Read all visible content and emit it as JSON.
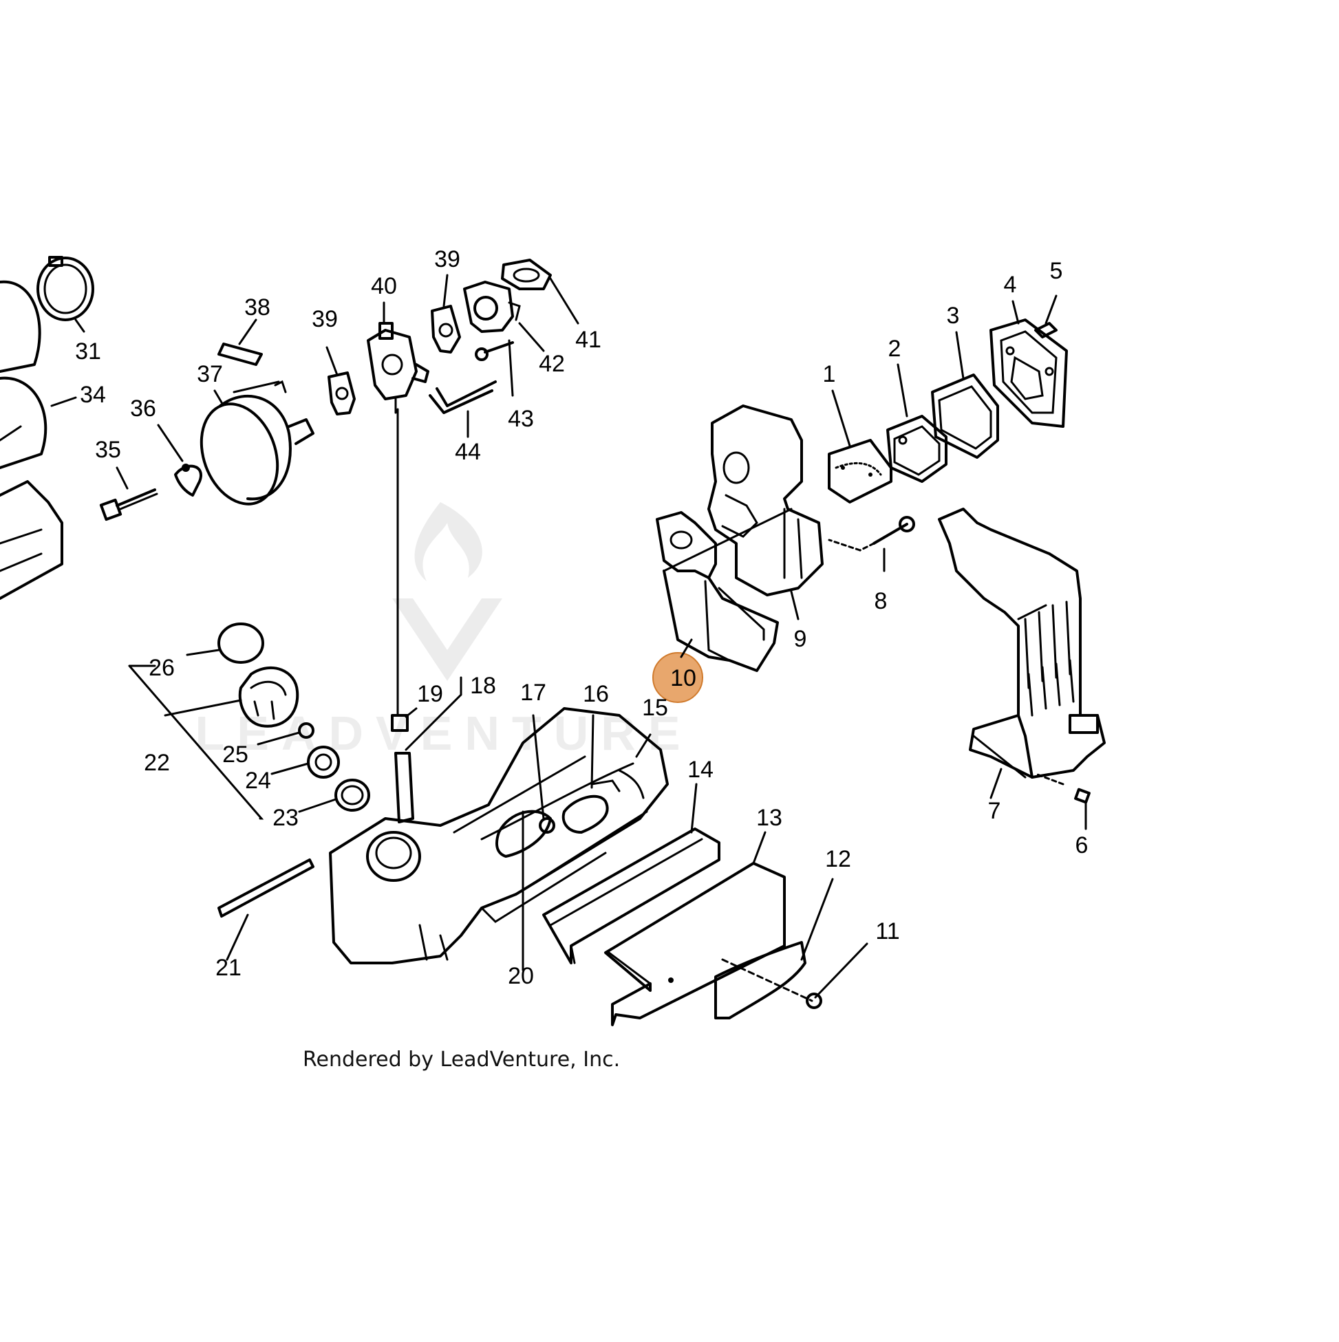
{
  "credit": "Rendered by LeadVenture, Inc.",
  "watermark": {
    "text": "LEADVENTURE",
    "icon": "flame-v-logo-icon"
  },
  "colors": {
    "line": "#000000",
    "highlight": "#e08a3c",
    "watermark": "#e6e6e6"
  },
  "callouts": [
    {
      "id": "1",
      "text": "1"
    },
    {
      "id": "2",
      "text": "2"
    },
    {
      "id": "3",
      "text": "3"
    },
    {
      "id": "4",
      "text": "4"
    },
    {
      "id": "5",
      "text": "5"
    },
    {
      "id": "6",
      "text": "6"
    },
    {
      "id": "7",
      "text": "7"
    },
    {
      "id": "8",
      "text": "8"
    },
    {
      "id": "9",
      "text": "9"
    },
    {
      "id": "10",
      "text": "10",
      "highlighted": true
    },
    {
      "id": "11",
      "text": "11"
    },
    {
      "id": "12",
      "text": "12"
    },
    {
      "id": "13",
      "text": "13"
    },
    {
      "id": "14",
      "text": "14"
    },
    {
      "id": "15",
      "text": "15"
    },
    {
      "id": "16",
      "text": "16"
    },
    {
      "id": "17",
      "text": "17"
    },
    {
      "id": "18",
      "text": "18"
    },
    {
      "id": "19",
      "text": "19"
    },
    {
      "id": "20",
      "text": "20"
    },
    {
      "id": "21",
      "text": "21"
    },
    {
      "id": "22",
      "text": "22"
    },
    {
      "id": "23",
      "text": "23"
    },
    {
      "id": "24",
      "text": "24"
    },
    {
      "id": "25",
      "text": "25"
    },
    {
      "id": "26",
      "text": "26"
    },
    {
      "id": "31",
      "text": "31"
    },
    {
      "id": "34",
      "text": "34"
    },
    {
      "id": "35",
      "text": "35"
    },
    {
      "id": "36",
      "text": "36"
    },
    {
      "id": "37",
      "text": "37"
    },
    {
      "id": "38",
      "text": "38"
    },
    {
      "id": "39a",
      "text": "39"
    },
    {
      "id": "39b",
      "text": "39"
    },
    {
      "id": "40",
      "text": "40"
    },
    {
      "id": "41",
      "text": "41"
    },
    {
      "id": "42",
      "text": "42"
    },
    {
      "id": "43",
      "text": "43"
    },
    {
      "id": "44",
      "text": "44"
    }
  ]
}
